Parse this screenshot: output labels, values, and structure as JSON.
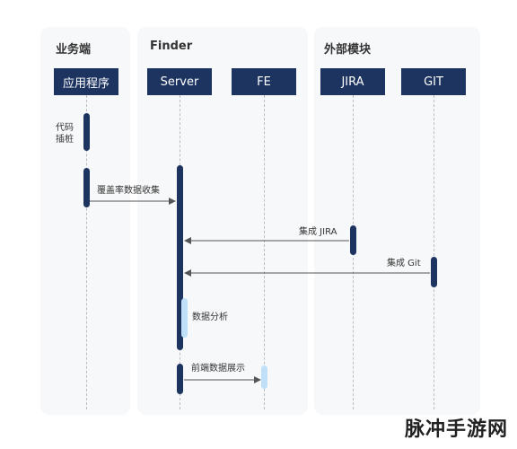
{
  "groups": [
    {
      "title": "业务端"
    },
    {
      "title": "Finder"
    },
    {
      "title": "外部模块"
    }
  ],
  "participants": [
    {
      "label": "应用程序"
    },
    {
      "label": "Server"
    },
    {
      "label": "FE"
    },
    {
      "label": "JIRA"
    },
    {
      "label": "GIT"
    }
  ],
  "messages": {
    "instrumentation": "代码\n插桩",
    "coverage_collect": "覆盖率数据收集",
    "integrate_jira": "集成 JIRA",
    "integrate_git": "集成 Git",
    "data_analysis": "数据分析",
    "frontend_display": "前端数据展示"
  },
  "colors": {
    "primary": "#1d3461",
    "light": "#bfe0f8",
    "panel": "#f7f8fa",
    "arrow": "#555555"
  },
  "watermark": "脉冲手游网"
}
